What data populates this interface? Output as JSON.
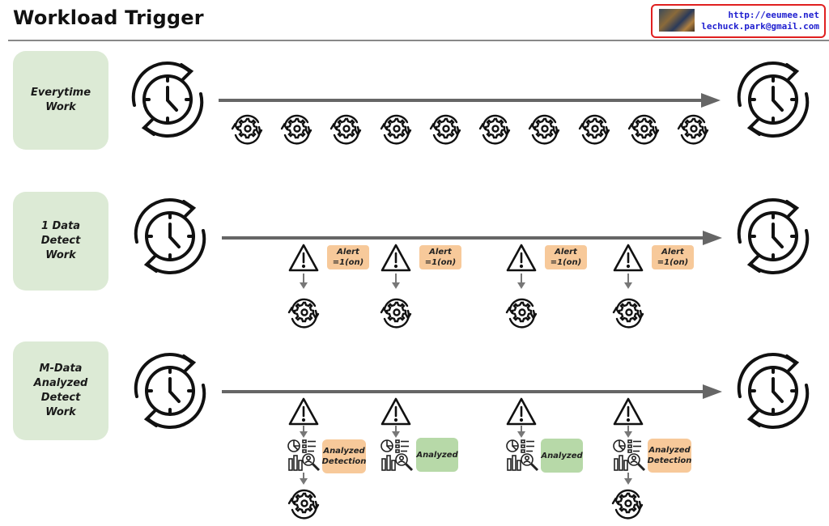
{
  "header": {
    "title": "Workload Trigger",
    "contact": {
      "url": "http://eeumee.net",
      "email": "lechuck.park@gmail.com",
      "avatar_icon": "profile-image"
    }
  },
  "colors": {
    "label_box": "#dcead5",
    "alert_tag": "#f7c99a",
    "analyzed_tag": "#b7d9a8",
    "timeline": "#666666",
    "contact_border": "#e02020",
    "contact_text": "#2020d0"
  },
  "rows": [
    {
      "label": "Everytime Work",
      "label_lines": [
        "Everytime",
        "Work"
      ],
      "start_icon": "clock-cycle-icon",
      "end_icon": "clock-cycle-icon",
      "gear_count": 10
    },
    {
      "label": "1 Data Detect Work",
      "label_lines": [
        "1 Data",
        "Detect",
        "Work"
      ],
      "start_icon": "clock-cycle-icon",
      "end_icon": "clock-cycle-icon",
      "events": [
        {
          "icon": "warning-icon",
          "tag_line1": "Alert",
          "tag_line2": "=1(on)",
          "triggers_work": true
        },
        {
          "icon": "warning-icon",
          "tag_line1": "Alert",
          "tag_line2": "=1(on)",
          "triggers_work": true
        },
        {
          "icon": "warning-icon",
          "tag_line1": "Alert",
          "tag_line2": "=1(on)",
          "triggers_work": true
        },
        {
          "icon": "warning-icon",
          "tag_line1": "Alert",
          "tag_line2": "=1(on)",
          "triggers_work": true
        }
      ]
    },
    {
      "label": "M-Data Analyzed Detect Work",
      "label_lines": [
        "M-Data",
        "Analyzed",
        "Detect",
        "Work"
      ],
      "start_icon": "clock-cycle-icon",
      "end_icon": "clock-cycle-icon",
      "events": [
        {
          "icon": "warning-icon",
          "tag_line1": "Analyzed",
          "tag_line2": "Detection",
          "tag_color": "orange",
          "triggers_work": true
        },
        {
          "icon": "warning-icon",
          "tag_line1": "Analyzed",
          "tag_line2": "",
          "tag_color": "green",
          "triggers_work": false
        },
        {
          "icon": "warning-icon",
          "tag_line1": "Analyzed",
          "tag_line2": "",
          "tag_color": "green",
          "triggers_work": false
        },
        {
          "icon": "warning-icon",
          "tag_line1": "Analyzed",
          "tag_line2": "Detection",
          "tag_color": "orange",
          "triggers_work": true
        }
      ]
    }
  ]
}
